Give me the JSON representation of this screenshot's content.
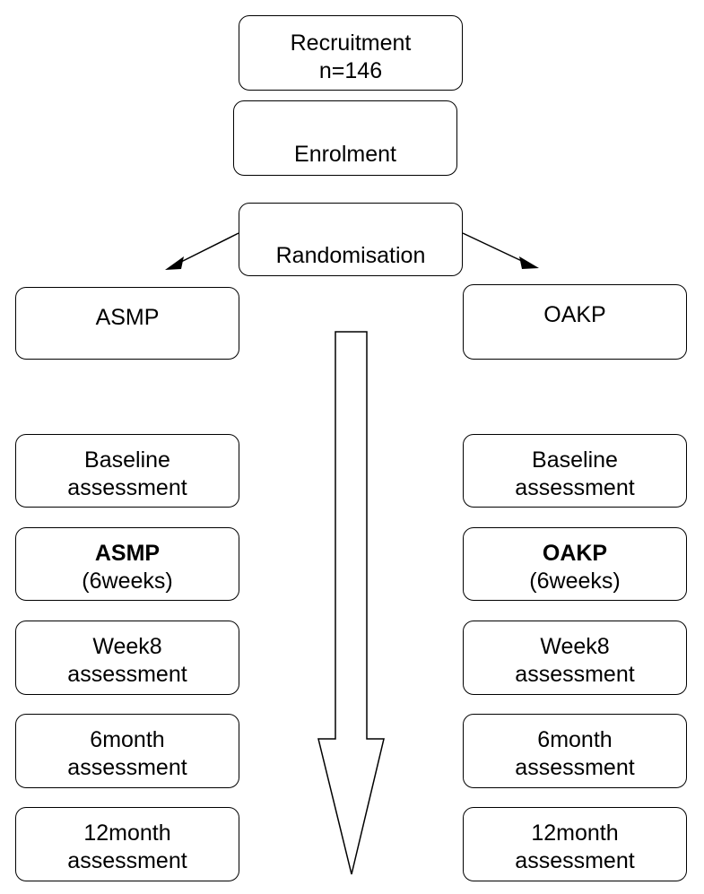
{
  "recruitment": {
    "title": "Recruitment",
    "count": "n=146"
  },
  "enrolment": {
    "label": "Enrolment"
  },
  "randomisation": {
    "label": "Randomisation"
  },
  "arms": {
    "left": {
      "name": "ASMP",
      "baseline": [
        "Baseline",
        "assessment"
      ],
      "programme": [
        "ASMP",
        "(6weeks)"
      ],
      "week8": [
        "Week8",
        "assessment"
      ],
      "month6": [
        "6month",
        "assessment"
      ],
      "month12": [
        "12month",
        "assessment"
      ]
    },
    "right": {
      "name": "OAKP",
      "baseline": [
        "Baseline",
        "assessment"
      ],
      "programme": [
        "OAKP",
        "(6weeks)"
      ],
      "week8": [
        "Week8",
        "assessment"
      ],
      "month6": [
        "6month",
        "assessment"
      ],
      "month12": [
        "12month",
        "assessment"
      ]
    }
  },
  "colors": {
    "stroke": "#000000",
    "fill": "#ffffff"
  }
}
